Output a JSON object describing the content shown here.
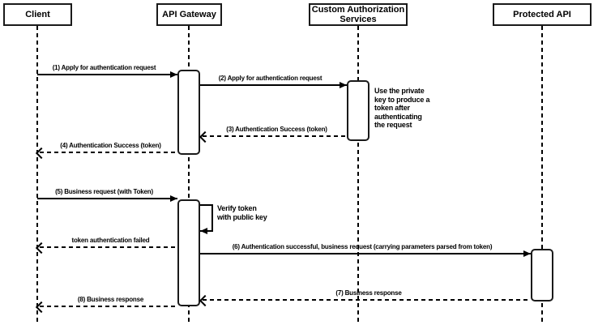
{
  "diagram": {
    "type": "uml-sequence",
    "colors": {
      "line": "#000000",
      "background": "#ffffff",
      "box_fill": "#ffffff"
    }
  },
  "actors": {
    "client": "Client",
    "api_gateway": "API Gateway",
    "custom_auth": "Custom Authorization Services",
    "protected_api": "Protected API"
  },
  "messages": {
    "m1": "(1) Apply for authentication request",
    "m2": "(2) Apply for authentication request",
    "m3": "(3) Authentication Success (token)",
    "m4": "(4) Authentication Success (token)",
    "m5": "(5) Business request (with Token)",
    "fail": "token authentication failed",
    "m6": "(6) Authentication successful, business request (carrying parameters parsed from token)",
    "m7": "(7) Business response",
    "m8": "(8) Business response"
  },
  "notes": {
    "private_key": "Use the private\nkey to produce a\ntoken after\nauthenticating\nthe request",
    "verify_token": "Verify token\nwith public key"
  }
}
